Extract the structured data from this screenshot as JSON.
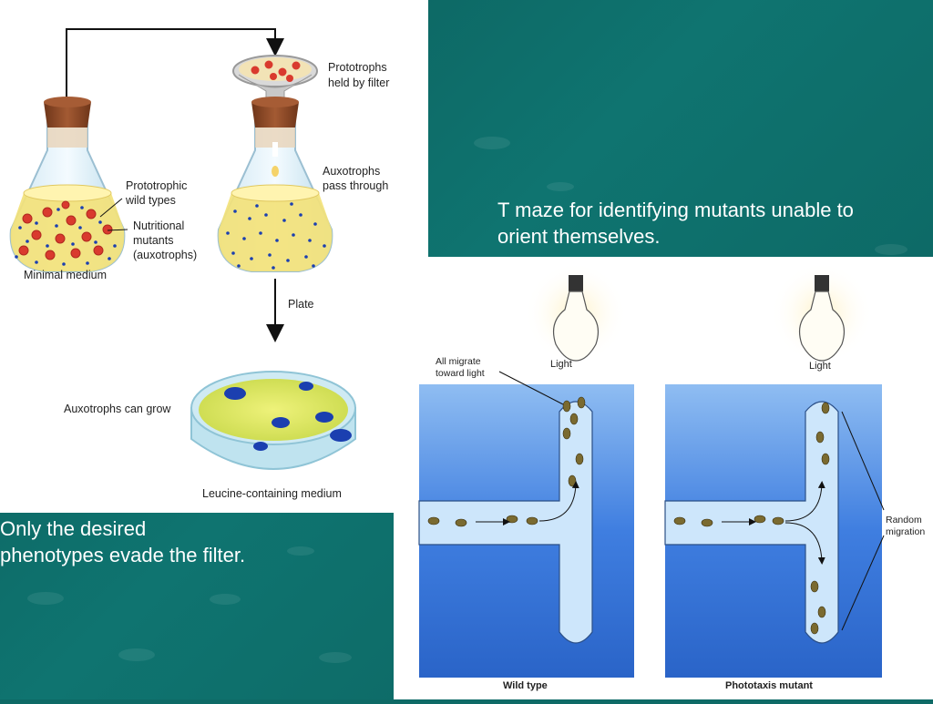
{
  "left_diagram": {
    "prototrophs_filter": [
      "Prototrophs",
      "held by filter"
    ],
    "prototrophic_wild": [
      "Prototrophic",
      "wild types"
    ],
    "nutritional_mutants": [
      "Nutritional",
      "mutants",
      "(auxotrophs)"
    ],
    "minimal_medium": "Minimal medium",
    "auxotrophs_pass": [
      "Auxotrophs",
      "pass through"
    ],
    "plate": "Plate",
    "auxotrophs_grow": "Auxotrophs can grow",
    "leucine_medium": "Leucine-containing medium"
  },
  "right_diagram": {
    "light_left": "Light",
    "light_right": "Light",
    "all_migrate": [
      "All migrate",
      "toward light"
    ],
    "random_migration": [
      "Random",
      "migration"
    ],
    "wild_type": "Wild type",
    "phototaxis_mutant": "Phototaxis mutant"
  },
  "captions": {
    "top_right": [
      "T maze for identifying mutants unable to",
      "orient themselves."
    ],
    "bottom_left": [
      "Only the desired",
      "phenotypes evade the filter."
    ]
  },
  "colors": {
    "teal": "#0e6a66",
    "medium_yellow": "#f3e27a",
    "cork": "#8a4a2a",
    "prototroph_red": "#d93a2e",
    "auxotroph_blue": "#1b3fb0",
    "maze_blue": "#3f7ee0"
  }
}
